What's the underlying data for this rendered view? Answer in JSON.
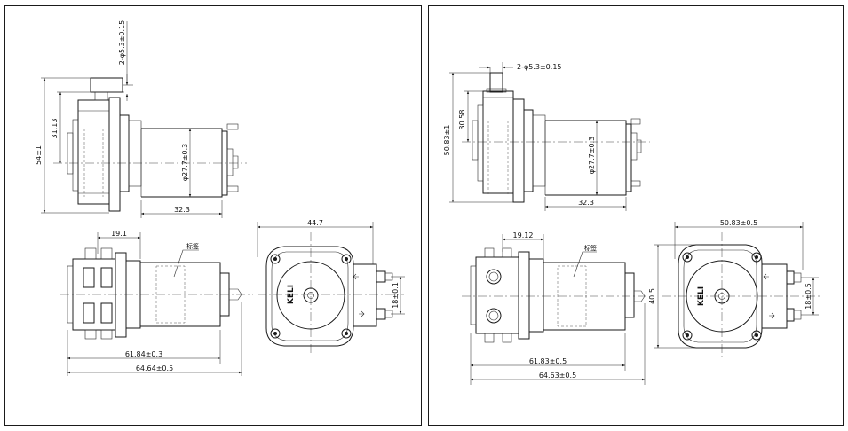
{
  "diagram": "Peristaltic pump technical drawings",
  "left_panel": {
    "dims": {
      "port_hole": "2-φ5.3±0.15",
      "height_total": "54±1",
      "height_upper": "31.13",
      "motor_dia": "φ27.7±0.3",
      "motor_len": "32.3",
      "head_width": "19.1",
      "label": "标签",
      "len_a": "61.84±0.3",
      "len_b": "64.64±0.5",
      "front_width": "44.7",
      "port_spacing": "18±0.1"
    },
    "logo": "KELI"
  },
  "right_panel": {
    "dims": {
      "port_hole": "2-φ5.3±0.15",
      "height_total": "50.83±1",
      "height_upper": "30.58",
      "motor_dia": "φ27.7±0.3",
      "motor_len": "32.3",
      "head_width": "19.12",
      "label": "标签",
      "len_a": "61.83±0.5",
      "len_b": "64.63±0.5",
      "front_width": "50.83±0.5",
      "front_height": "40.5",
      "port_spacing": "18±0.5"
    },
    "logo": "KELI"
  }
}
